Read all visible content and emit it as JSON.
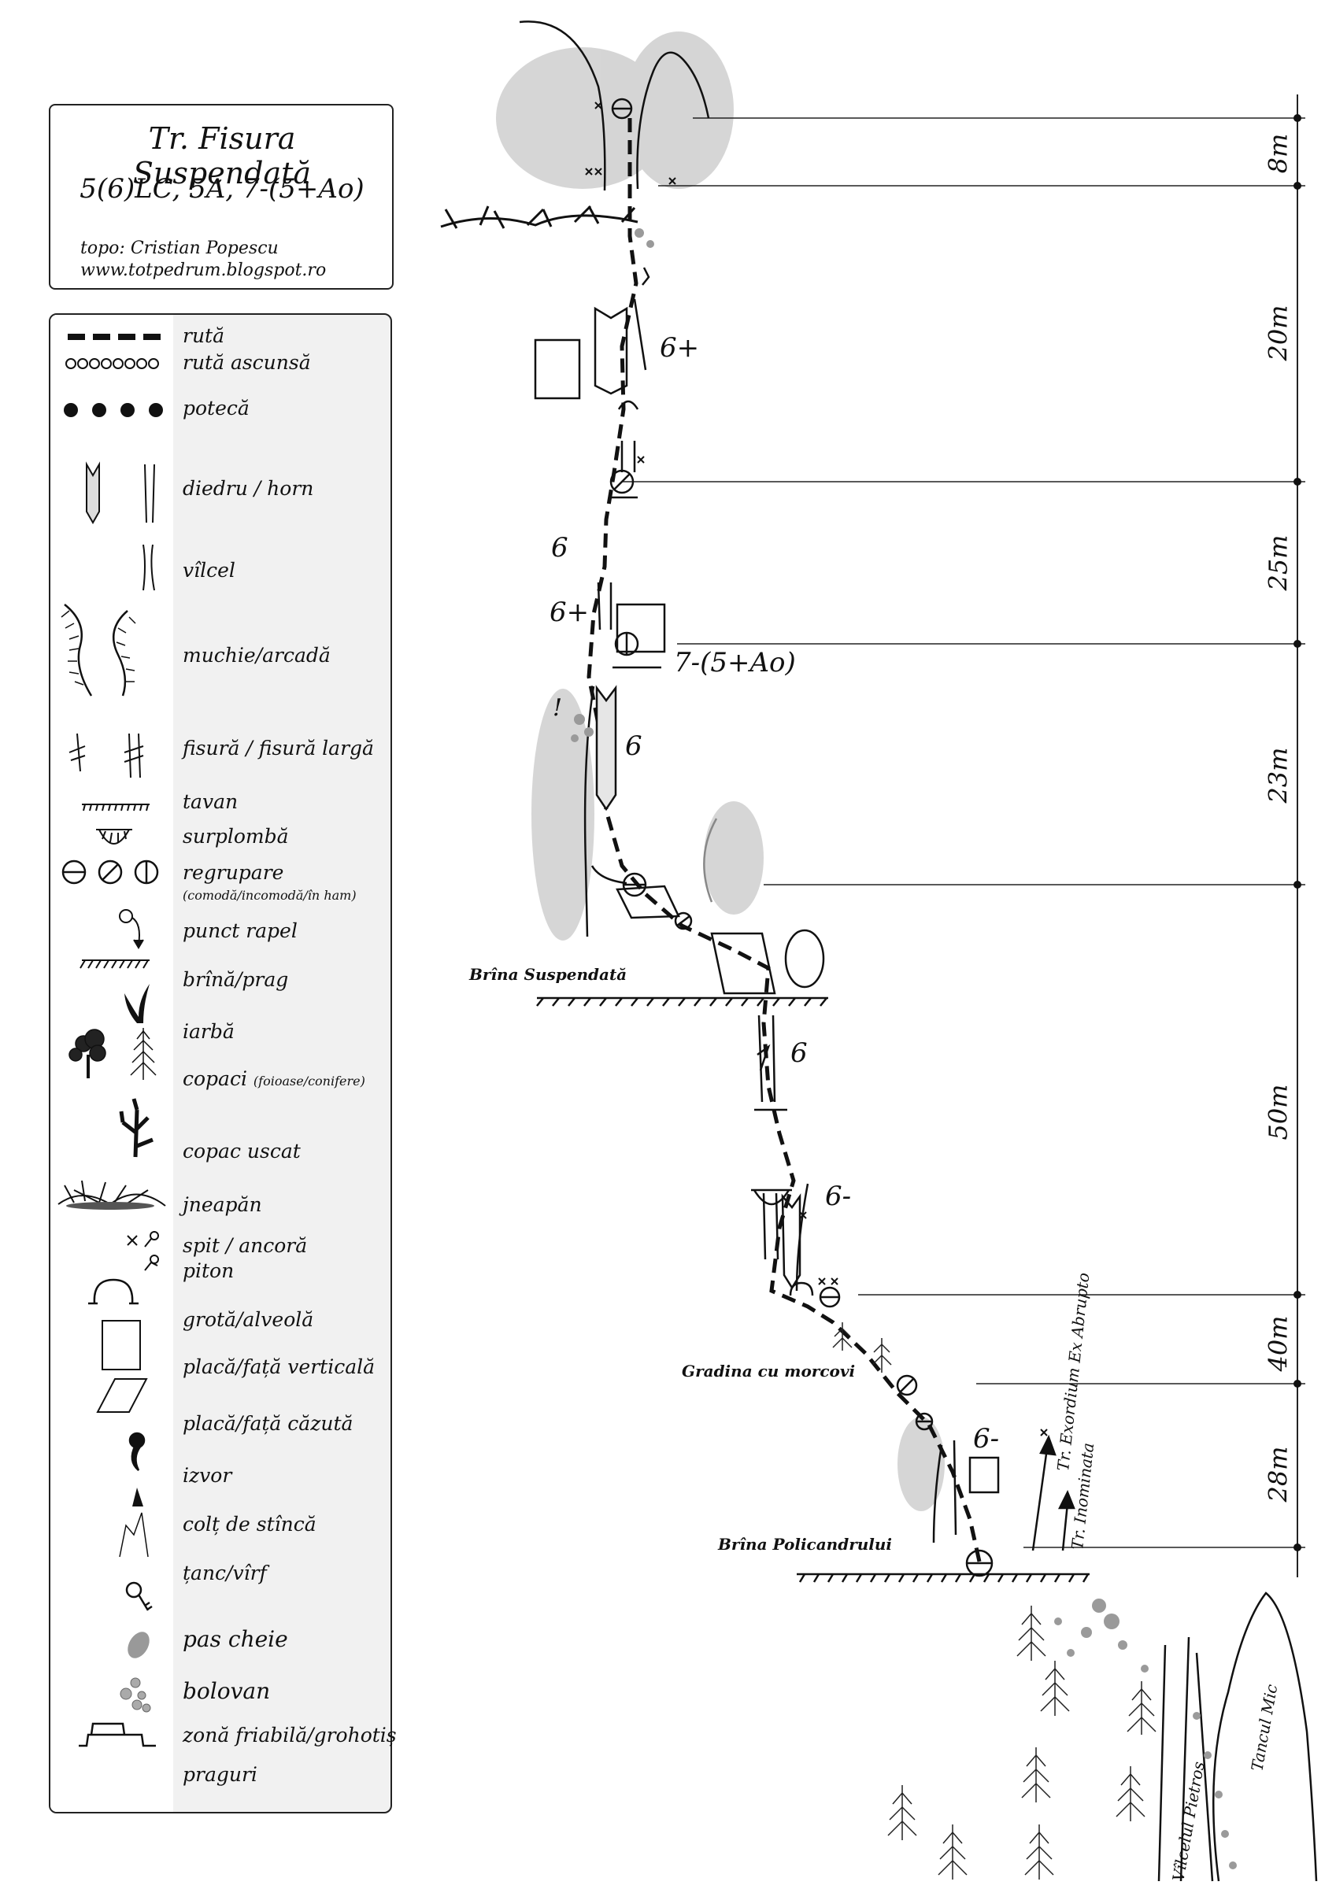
{
  "header": {
    "title": "Tr. Fisura Suspendată",
    "grade": "5(6)LC, 5A, 7-(5+Ao)",
    "topo_author": "topo: Cristian Popescu",
    "website": "www.totpedrum.blogspot.ro"
  },
  "legend": [
    {
      "icon": "dashed-line",
      "label": "rută"
    },
    {
      "icon": "open-circles-line",
      "label": "rută ascunsă"
    },
    {
      "icon": "dots-line",
      "label": "potecă"
    },
    {
      "icon": "dihedral-chimney",
      "label": "diedru / horn"
    },
    {
      "icon": "gully",
      "label": "vîlcel"
    },
    {
      "icon": "edge-arch",
      "label": "muchie/arcadă"
    },
    {
      "icon": "crack",
      "label": "fisură / fisură largă"
    },
    {
      "icon": "roof",
      "label": "tavan"
    },
    {
      "icon": "overhang",
      "label": "surplombă"
    },
    {
      "icon": "belay",
      "label": "regrupare",
      "note": "(comodă/incomodă/în ham)"
    },
    {
      "icon": "rappel",
      "label": "punct rapel"
    },
    {
      "icon": "ledge",
      "label": "brînă/prag"
    },
    {
      "icon": "grass",
      "label": "iarbă"
    },
    {
      "icon": "trees",
      "label": "copaci",
      "note": "(foioase/conifere)"
    },
    {
      "icon": "dead-tree",
      "label": "copac uscat"
    },
    {
      "icon": "dwarf-pine",
      "label": "jneapăn"
    },
    {
      "icon": "bolt-anchor",
      "label": "spit / ancoră"
    },
    {
      "icon": "piton",
      "label": "piton"
    },
    {
      "icon": "cave",
      "label": "grotă/alveolă"
    },
    {
      "icon": "vertical-slab",
      "label": "placă/față verticală"
    },
    {
      "icon": "slab",
      "label": "placă/față căzută"
    },
    {
      "icon": "spring",
      "label": "izvor"
    },
    {
      "icon": "rock-spike",
      "label": "colț de stîncă"
    },
    {
      "icon": "pinnacle",
      "label": "țanc/vîrf"
    },
    {
      "icon": "key-icon",
      "label": "pas cheie"
    },
    {
      "icon": "boulder",
      "label": "bolovan"
    },
    {
      "icon": "scree",
      "label": "zonă friabilă/grohotiș"
    },
    {
      "icon": "steps",
      "label": "praguri"
    }
  ],
  "pitches": {
    "lengths": [
      "8m",
      "20m",
      "25m",
      "23m",
      "50m",
      "40m",
      "28m"
    ],
    "grades": [
      "6+",
      "6",
      "6+",
      "7-(5+Ao)",
      "6",
      "6",
      "6-",
      "6-"
    ]
  },
  "features": {
    "ledges": [
      "Brîna Suspendată",
      "Gradina cu morcovi",
      "Brîna Policandrului"
    ],
    "routes": [
      "Tr. Exordium Ex Abrupto",
      "Tr. Inominata"
    ],
    "terrain": [
      "Vîlcelul Pietros",
      "Tancul Mic"
    ],
    "warning": "!"
  }
}
